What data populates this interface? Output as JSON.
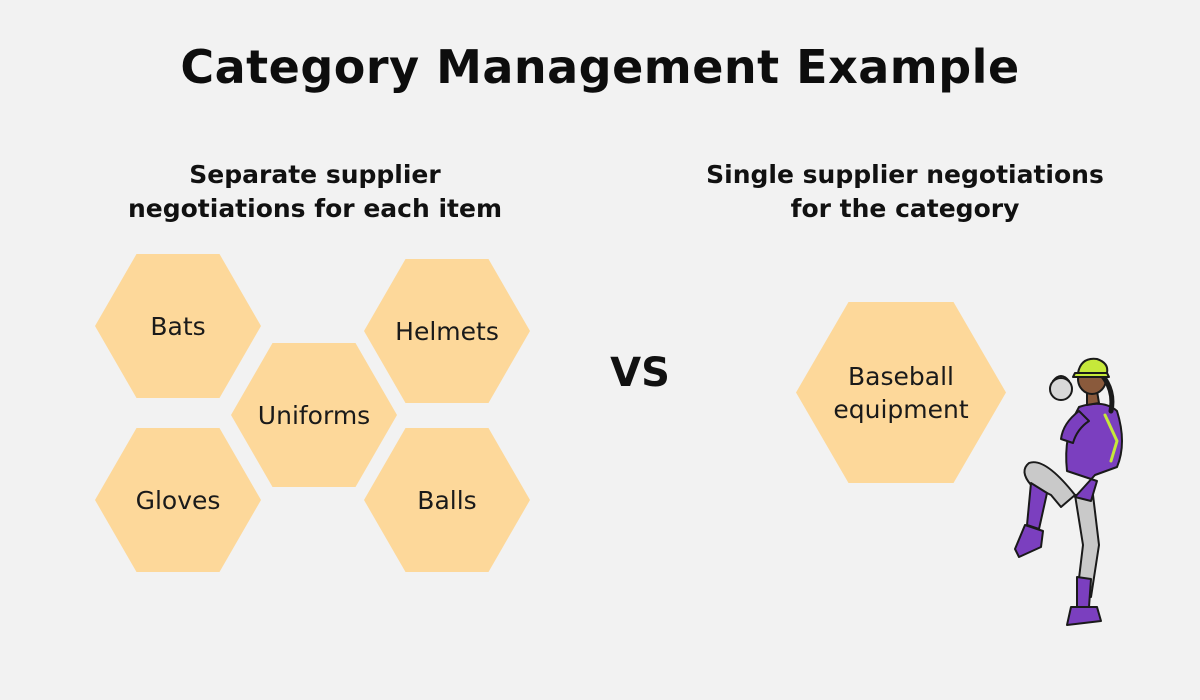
{
  "title": "Category Management Example",
  "left": {
    "heading_lines": [
      "Separate supplier",
      "negotiations for each item"
    ],
    "items": [
      {
        "lines": [
          "Bats"
        ]
      },
      {
        "lines": [
          "Helmets"
        ]
      },
      {
        "lines": [
          "Uniforms"
        ]
      },
      {
        "lines": [
          "Gloves"
        ]
      },
      {
        "lines": [
          "Balls"
        ]
      }
    ]
  },
  "vs_label": "VS",
  "right": {
    "heading_lines": [
      "Single supplier negotiations",
      "for the category"
    ],
    "items": [
      {
        "lines": [
          "Baseball",
          "equipment"
        ]
      }
    ]
  },
  "colors": {
    "background": "#f2f2f2",
    "hexagon_fill": "#fdd89a",
    "text": "#111111",
    "jersey": "#7b3fbf",
    "cap": "#c6e83a"
  },
  "illustration": "baseball-pitcher"
}
